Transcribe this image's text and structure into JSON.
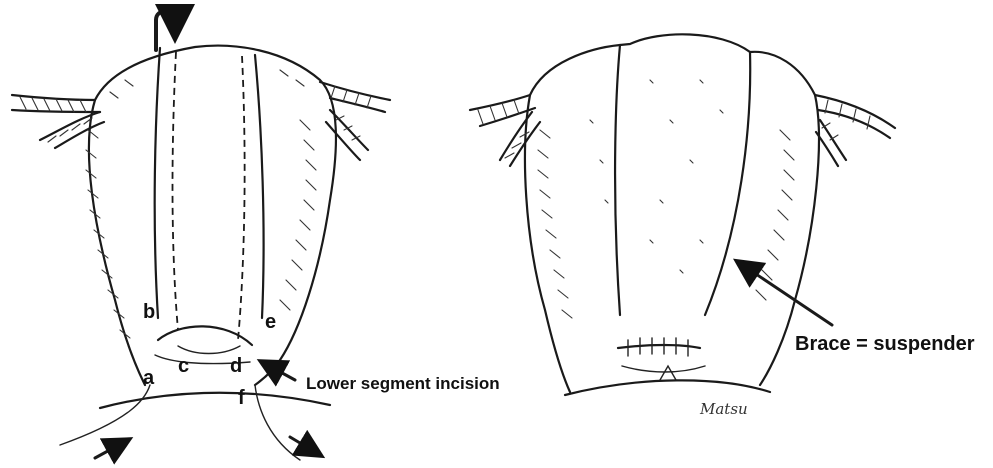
{
  "left_figure": {
    "labels": {
      "a": "a",
      "b": "b",
      "c": "c",
      "d": "d",
      "e": "e",
      "f": "f"
    },
    "caption": "Lower segment incision"
  },
  "right_figure": {
    "caption": "Brace = suspender",
    "signature": "Matsu"
  }
}
